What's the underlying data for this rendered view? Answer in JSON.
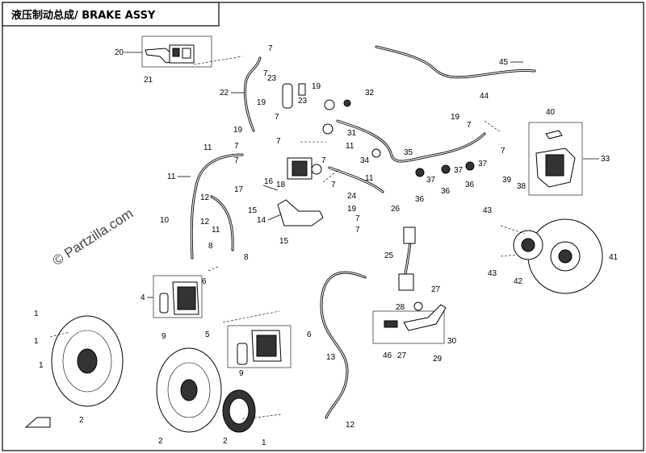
{
  "title": "液压制动总成/ BRAKE  ASSY",
  "watermark": "© Partzilla.com",
  "callouts": {
    "c1a": "1",
    "c1b": "1",
    "c1c": "1",
    "c2a": "2",
    "c2b": "2",
    "c2c": "2",
    "c4": "4",
    "c5": "5",
    "c6a": "6",
    "c6b": "6",
    "c7a": "7",
    "c7b": "7",
    "c7c": "7",
    "c7d": "7",
    "c7e": "7",
    "c7f": "7",
    "c7g": "7",
    "c7h": "7",
    "c7i": "7",
    "c7j": "7",
    "c7k": "7",
    "c7l": "7",
    "c8a": "8",
    "c8b": "8",
    "c9a": "9",
    "c9b": "9",
    "c10": "10",
    "c11a": "11",
    "c11b": "11",
    "c11c": "11",
    "c11d": "11",
    "c11e": "11",
    "c12a": "12",
    "c12b": "12",
    "c13": "13",
    "c14": "14",
    "c15a": "15",
    "c15b": "15",
    "c16": "16",
    "c17": "17",
    "c18": "18",
    "c19a": "19",
    "c19b": "19",
    "c19c": "19",
    "c19d": "19",
    "c19e": "19",
    "c20": "20",
    "c21": "21",
    "c22": "22",
    "c23a": "23",
    "c23b": "23",
    "c24": "24",
    "c25": "25",
    "c26": "26",
    "c27a": "27",
    "c27b": "27",
    "c28": "28",
    "c29": "29",
    "c30": "30",
    "c31": "31",
    "c32": "32",
    "c33": "33",
    "c34": "34",
    "c35": "35",
    "c36a": "36",
    "c36b": "36",
    "c36c": "36",
    "c37a": "37",
    "c37b": "37",
    "c37c": "37",
    "c38": "38",
    "c39": "39",
    "c40": "40",
    "c41": "41",
    "c42": "42",
    "c43a": "43",
    "c43b": "43",
    "c44": "44",
    "c45": "45",
    "c46": "46"
  }
}
